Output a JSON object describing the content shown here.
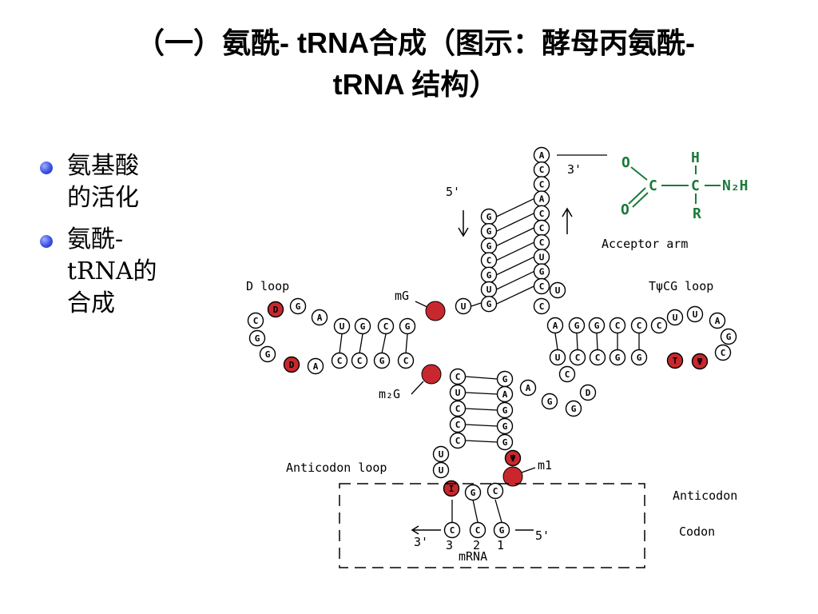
{
  "title": {
    "line1": "（一）氨酰- tRNA合成（图示：酵母丙氨酰-",
    "line2": "tRNA 结构）"
  },
  "bullets": [
    {
      "lines": [
        "氨基酸",
        "的活化"
      ]
    },
    {
      "lines": [
        "氨酰-",
        "tRNA的",
        "合成"
      ]
    }
  ],
  "diagram": {
    "labels": {
      "three_prime": "3'",
      "five_prime": "5'",
      "acceptor_arm": "Acceptor arm",
      "d_loop": "D loop",
      "tpsicg_loop": "TψCG loop",
      "mg": "mG",
      "m2g": "m₂G",
      "m1": "m1",
      "anticodon_loop": "Anticodon loop",
      "anticodon": "Anticodon",
      "codon": "Codon",
      "mrna": "mRNA",
      "mrna_3": "3'",
      "mrna_5": "5'",
      "pos_3": "3",
      "pos_2": "2",
      "pos_1": "1"
    },
    "chem": {
      "o1": "O",
      "c1": "C",
      "c2": "C",
      "h": "H",
      "n2h": "N₂H",
      "o2": "O",
      "r": "R"
    },
    "colors": {
      "modified": "#c8282d",
      "chem": "#1a7a3a",
      "stroke": "#000000"
    },
    "acceptor_right": [
      "A",
      "C",
      "C",
      "A",
      "C",
      "C",
      "C",
      "U",
      "G",
      "C"
    ],
    "acceptor_left": [
      "G",
      "G",
      "G",
      "C",
      "G",
      "U",
      "G"
    ],
    "d_top": [
      "D",
      "G",
      "A",
      "U",
      "G",
      "C",
      "G"
    ],
    "d_side": [
      "C",
      "G"
    ],
    "d_bottom": [
      "G",
      "D",
      "A",
      "C",
      "C",
      "G",
      "C"
    ],
    "tpsi_top": [
      "A",
      "G",
      "G",
      "C",
      "C",
      "C",
      "U",
      "U",
      "A"
    ],
    "tpsi_side": [
      "G",
      "C"
    ],
    "tpsi_bottom": [
      "U",
      "C",
      "C",
      "G",
      "G",
      "T",
      "Ψ"
    ],
    "tpsi_extra": "C",
    "connector_right": [
      "U",
      "C"
    ],
    "anti_left": [
      "C",
      "U",
      "C",
      "C",
      "C",
      "U",
      "U"
    ],
    "anti_right": [
      "G",
      "A",
      "G",
      "G",
      "G",
      "Ψ"
    ],
    "anti_extra": [
      "A",
      "G",
      "G",
      "D"
    ],
    "anti_bottom": [
      "I",
      "G",
      "C"
    ],
    "codon_bases": [
      "C",
      "C",
      "G"
    ],
    "mod_mg": "",
    "mod_m2g": "",
    "mod_m1": ""
  }
}
